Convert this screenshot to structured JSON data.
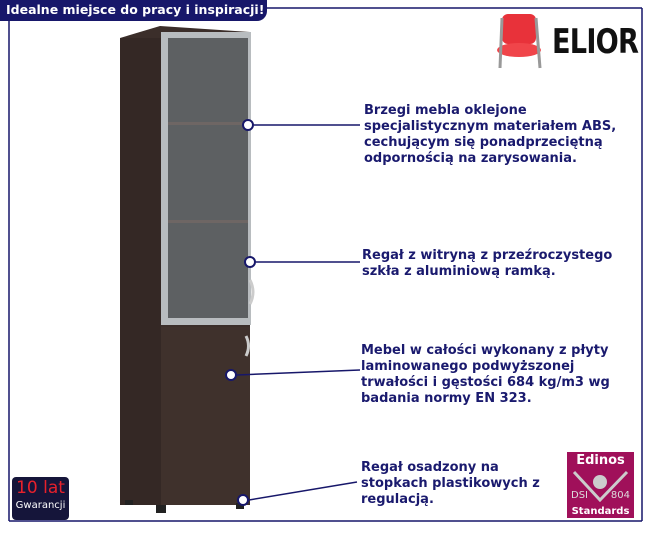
{
  "header": {
    "title": "Idealne miejsce do pracy i inspiracji!"
  },
  "brand": {
    "name": "ELIOR"
  },
  "callouts": [
    {
      "text": "Brzegi mebla oklejone specjalistycznym materiałem ABS, cechującym się ponadprzeciętną odpornością na zarysowania."
    },
    {
      "text": "Regał z witryną z przeźroczystego szkła z aluminiową ramką."
    },
    {
      "text": "Mebel w całości wykonany z płyty laminowanego podwyższonej trwałości i gęstości 684 kg/m3 wg badania normy EN 323."
    },
    {
      "text": "Regał osadzony na stopkach plastikowych z regulacją."
    }
  ],
  "warranty": {
    "years": "10 lat",
    "label": "Gwarancji"
  },
  "certificate": {
    "title": "Edinos",
    "left": "DSI",
    "right": "804",
    "bottom": "Standards"
  },
  "colors": {
    "navy": "#17176a",
    "wood": "#3b2e2a",
    "cert": "#a0105a"
  }
}
